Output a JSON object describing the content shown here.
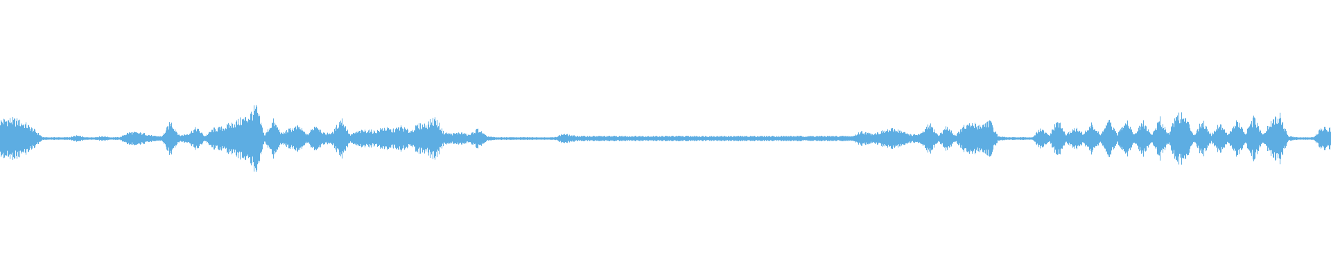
{
  "chart_data": {
    "type": "area",
    "title": "",
    "xlabel": "",
    "ylabel": "",
    "ylim": [
      -1,
      1
    ],
    "grid": false,
    "color": "#5dade2",
    "peaks": [
      0.15,
      0.16,
      0.15,
      0.12,
      0.07,
      0.01,
      0.01,
      0.01,
      0.01,
      0.025,
      0.01,
      0.01,
      0.02,
      0.01,
      0.01,
      0.05,
      0.05,
      0.04,
      0.02,
      0.02,
      0.14,
      0.025,
      0.04,
      0.09,
      0.02,
      0.08,
      0.09,
      0.12,
      0.15,
      0.18,
      0.26,
      0.025,
      0.15,
      0.04,
      0.08,
      0.1,
      0.03,
      0.12,
      0.04,
      0.05,
      0.17,
      0.03,
      0.06,
      0.07,
      0.06,
      0.09,
      0.07,
      0.1,
      0.06,
      0.11,
      0.12,
      0.17,
      0.05,
      0.04,
      0.05,
      0.03,
      0.08,
      0.02,
      0.01,
      0.01,
      0.01,
      0.01,
      0.01,
      0.01,
      0.01,
      0.01,
      0.04,
      0.025,
      0.02,
      0.02,
      0.02,
      0.02,
      0.02,
      0.02,
      0.02,
      0.02,
      0.02,
      0.02,
      0.02,
      0.02,
      0.02,
      0.02,
      0.02,
      0.02,
      0.02,
      0.02,
      0.02,
      0.02,
      0.02,
      0.02,
      0.02,
      0.02,
      0.02,
      0.02,
      0.02,
      0.02,
      0.02,
      0.02,
      0.02,
      0.02,
      0.02,
      0.06,
      0.04,
      0.05,
      0.07,
      0.08,
      0.05,
      0.03,
      0.04,
      0.12,
      0.025,
      0.1,
      0.025,
      0.1,
      0.12,
      0.11,
      0.15,
      0.02,
      0.01,
      0.01,
      0.01,
      0.01,
      0.08,
      0.025,
      0.15,
      0.03,
      0.09,
      0.04,
      0.12,
      0.03,
      0.15,
      0.03,
      0.17,
      0.03,
      0.14,
      0.03,
      0.16,
      0.04,
      0.21,
      0.17,
      0.03,
      0.15,
      0.03,
      0.13,
      0.03,
      0.15,
      0.04,
      0.17,
      0.03,
      0.13,
      0.2,
      0.02,
      0.01,
      0.01,
      0.01,
      0.09,
      0.08
    ]
  }
}
